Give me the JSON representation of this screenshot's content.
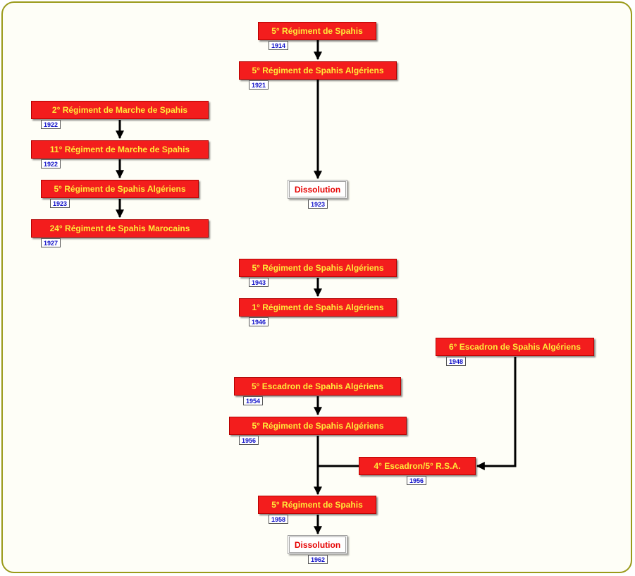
{
  "colors": {
    "frame_border": "#9a9a1a",
    "node_fill": "#f31d1d",
    "node_text": "#ffea3a",
    "end_text": "#e60000",
    "year_text": "#1010c8",
    "arrow": "#000000"
  },
  "nodes": {
    "n1914": {
      "label": "5° Régiment de Spahis",
      "year": "1914"
    },
    "n1921": {
      "label": "5° Régiment de Spahis Algériens",
      "year": "1921"
    },
    "dis1923": {
      "label": "Dissolution",
      "year": "1923"
    },
    "m1922a": {
      "label": "2° Régiment de Marche de Spahis",
      "year": "1922"
    },
    "m1922b": {
      "label": "11° Régiment de Marche de Spahis",
      "year": "1922"
    },
    "m1923": {
      "label": "5° Régiment de Spahis Algériens",
      "year": "1923"
    },
    "m1927": {
      "label": "24° Régiment de Spahis Marocains",
      "year": "1927"
    },
    "n1943": {
      "label": "5° Régiment de Spahis Algériens",
      "year": "1943"
    },
    "n1946": {
      "label": "1° Régiment de Spahis Algériens",
      "year": "1946"
    },
    "e1948": {
      "label": "6° Escadron de Spahis Algériens",
      "year": "1948"
    },
    "e1954": {
      "label": "5° Escadron de Spahis Algériens",
      "year": "1954"
    },
    "n1956": {
      "label": "5° Régiment de Spahis Algériens",
      "year": "1956"
    },
    "e1956": {
      "label": "4° Escadron/5° R.S.A.",
      "year": "1956"
    },
    "n1958": {
      "label": "5° Régiment de Spahis",
      "year": "1958"
    },
    "dis1962": {
      "label": "Dissolution",
      "year": "1962"
    }
  }
}
